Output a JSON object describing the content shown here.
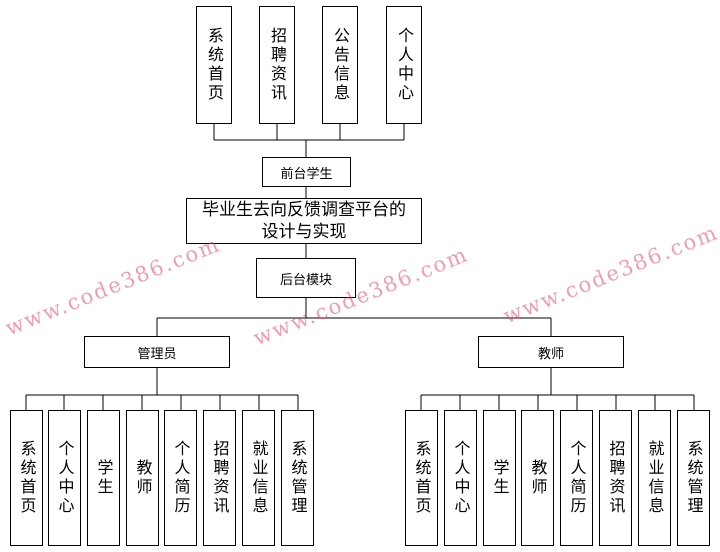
{
  "front_modules": [
    "系统首页",
    "招聘资讯",
    "公告信息",
    "个人中心"
  ],
  "front_root": "前台学生",
  "center_title_line1": "毕业生去向反馈调查平台的",
  "center_title_line2": "设计与实现",
  "back_root": "后台模块",
  "admin": {
    "label": "管理员",
    "children": [
      "系统首页",
      "个人中心",
      "学生",
      "教师",
      "个人简历",
      "招聘资讯",
      "就业信息",
      "系统管理"
    ]
  },
  "teacher": {
    "label": "教师",
    "children": [
      "系统首页",
      "个人中心",
      "学生",
      "教师",
      "个人简历",
      "招聘资讯",
      "就业信息",
      "系统管理"
    ]
  },
  "watermarks": [
    "www.code386.com",
    "www.code386.com",
    "www.code386.com"
  ]
}
